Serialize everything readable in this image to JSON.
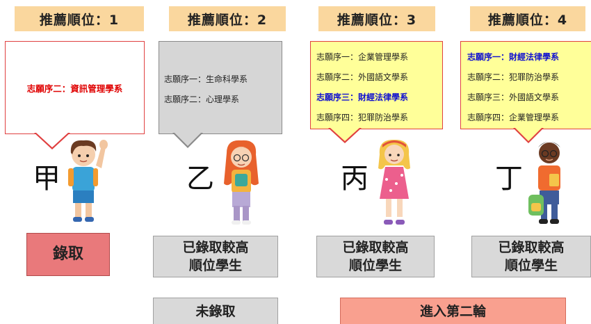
{
  "students": [
    {
      "rank_label": "推薦順位：1",
      "name": "甲",
      "wishes": [
        {
          "text": "志願序二：資訊管理學系",
          "highlight": true
        }
      ],
      "result": "錄取"
    },
    {
      "rank_label": "推薦順位：2",
      "name": "乙",
      "wishes": [
        {
          "text": "志願序一：生命科學系",
          "highlight": false
        },
        {
          "text": "志願序二：心理學系",
          "highlight": false
        }
      ],
      "result_lines": [
        "已錄取較高",
        "順位學生"
      ]
    },
    {
      "rank_label": "推薦順位：3",
      "name": "丙",
      "wishes": [
        {
          "text": "志願序一：企業管理學系",
          "highlight": false
        },
        {
          "text": "志願序二：外國語文學系",
          "highlight": false
        },
        {
          "text": "志願序三：財經法律學系",
          "highlight": true
        },
        {
          "text": "志願序四：犯罪防治學系",
          "highlight": false
        }
      ],
      "result_lines": [
        "已錄取較高",
        "順位學生"
      ]
    },
    {
      "rank_label": "推薦順位：4",
      "name": "丁",
      "wishes": [
        {
          "text": "志願序一：財經法律學系",
          "highlight": true
        },
        {
          "text": "志願序二：犯罪防治學系",
          "highlight": false
        },
        {
          "text": "志願序三：外國語文學系",
          "highlight": false
        },
        {
          "text": "志願序四：企業管理學系",
          "highlight": false
        }
      ],
      "result_lines": [
        "已錄取較高",
        "順位學生"
      ]
    }
  ],
  "outcomes": {
    "not_admitted": "未錄取",
    "next_round": "進入第二輪"
  },
  "colors": {
    "rank_bg": "#fad79e",
    "admitted_bg": "#e9797b",
    "next_round_bg": "#f9a08f",
    "highlight_bubble_bg": "#ffff99",
    "highlight_text": "#1010d0",
    "accent_red": "#e00000"
  }
}
